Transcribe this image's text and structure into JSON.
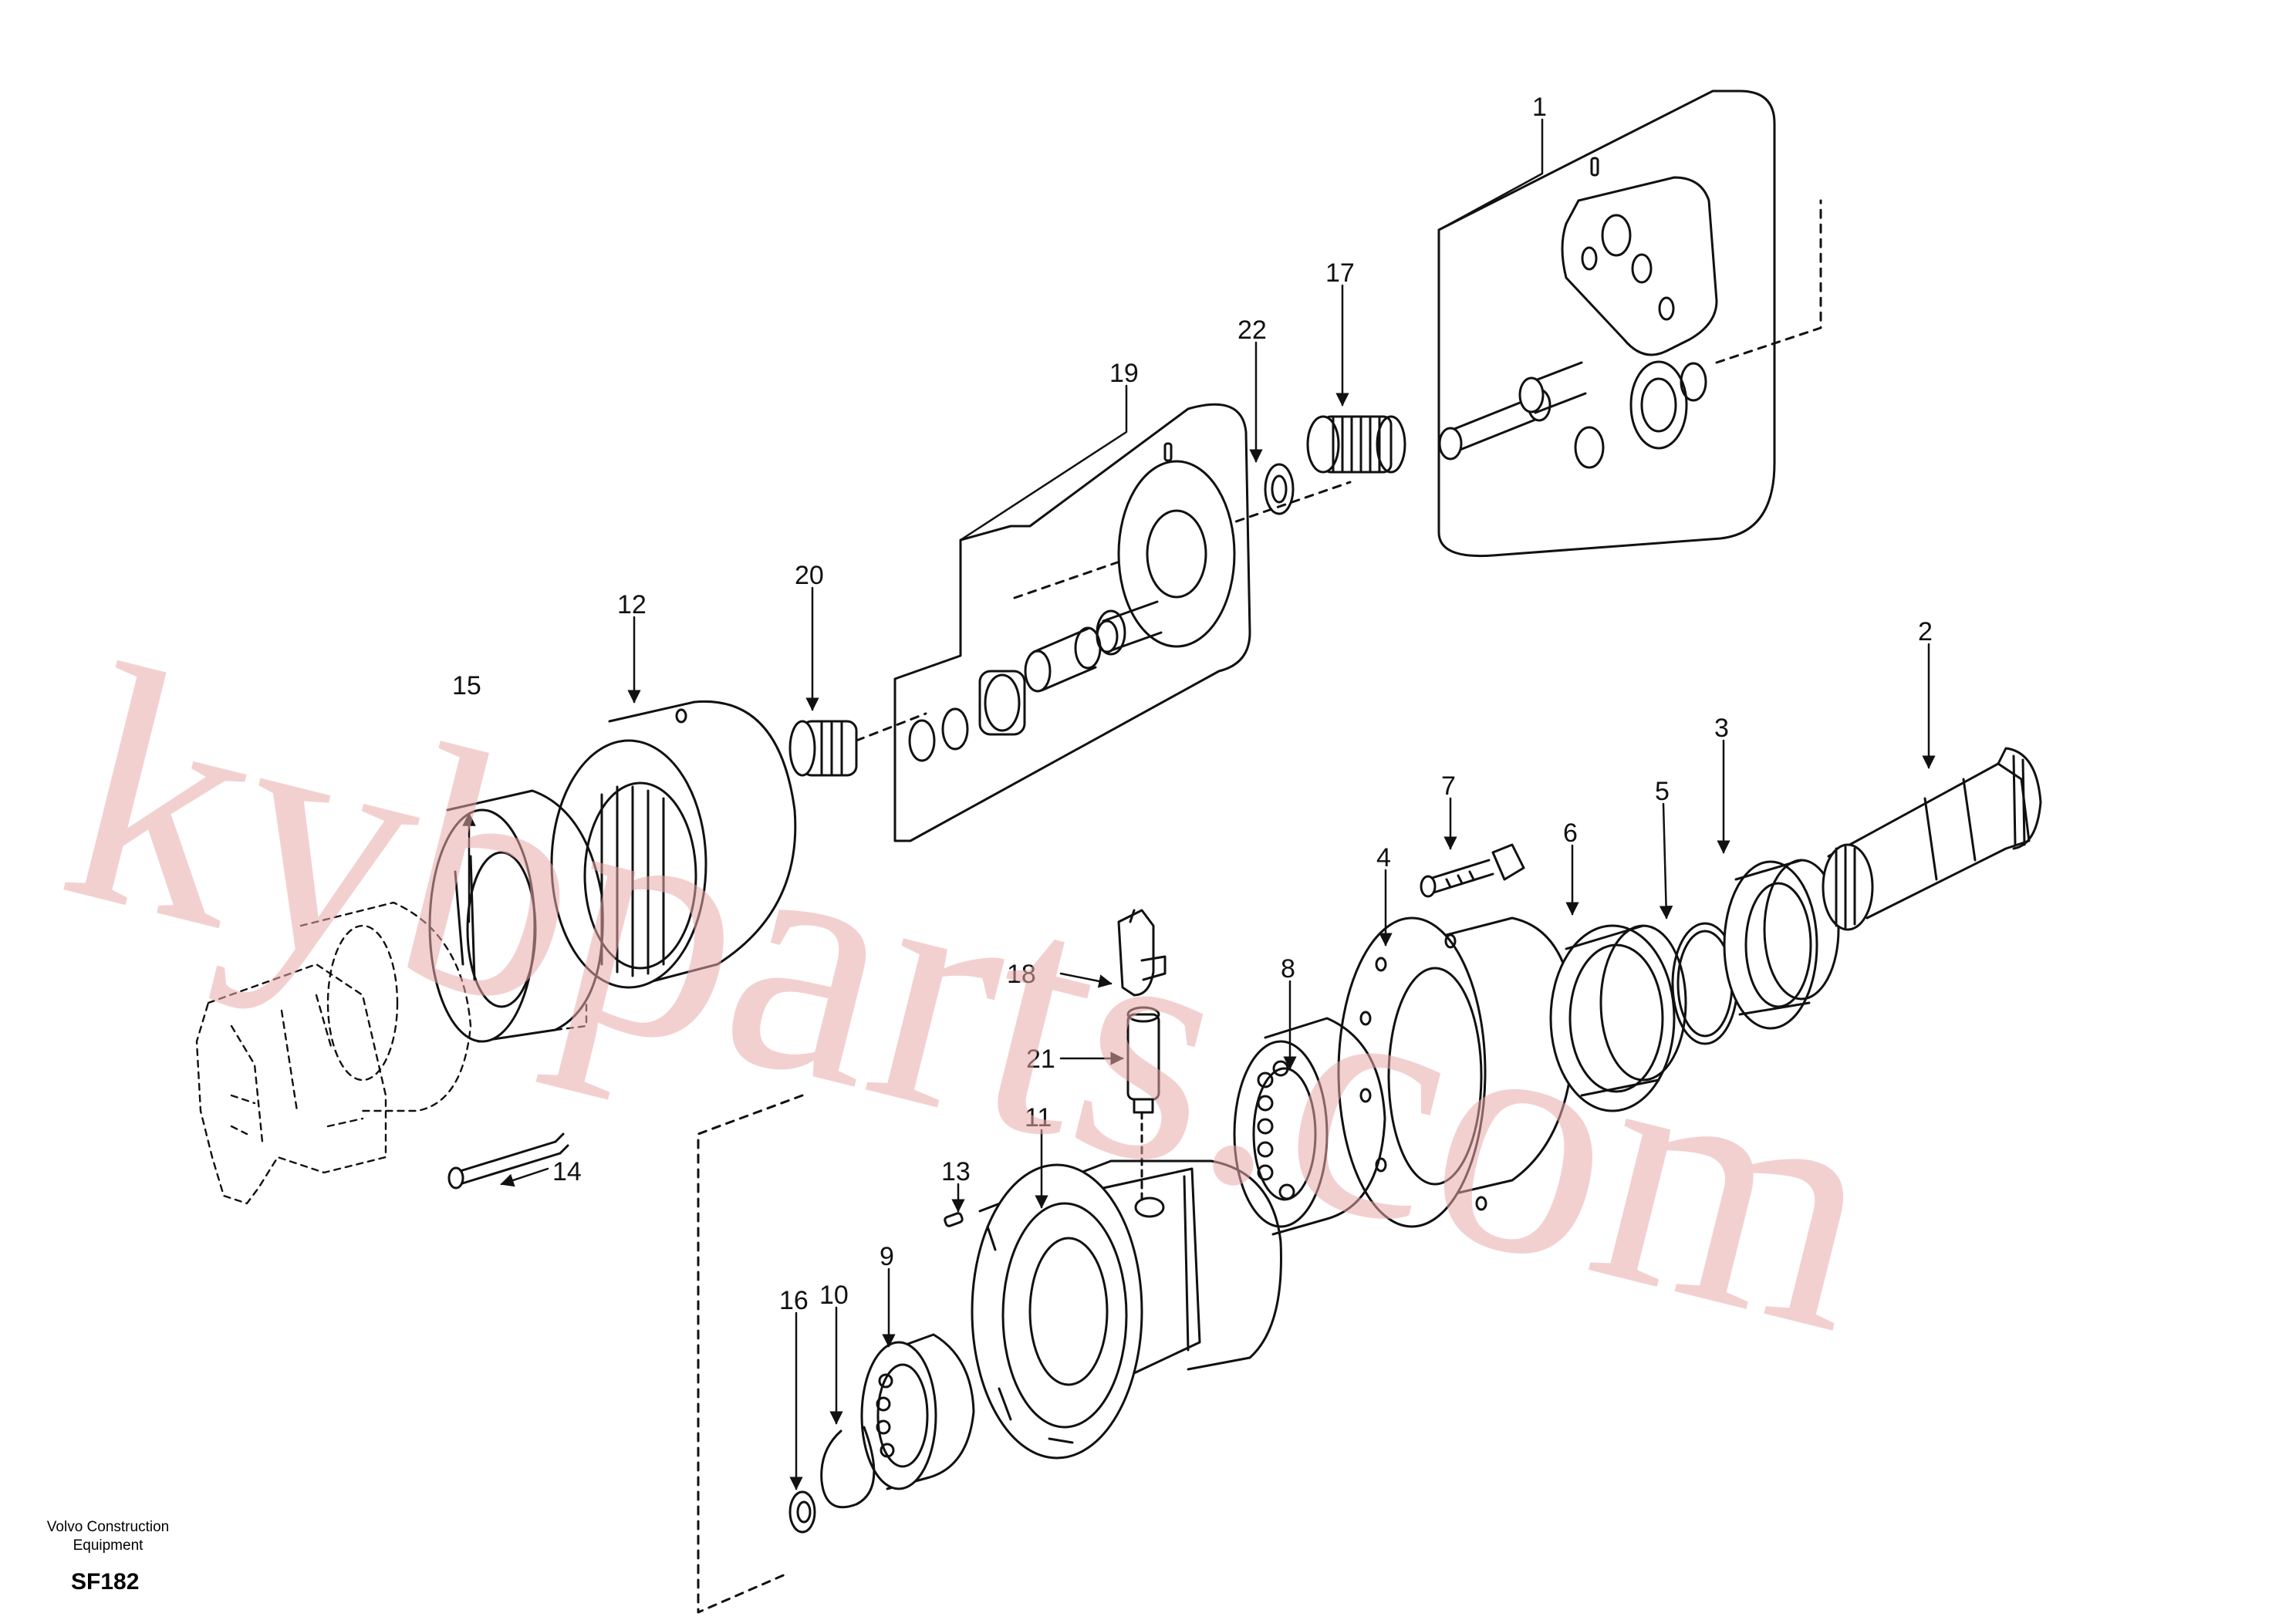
{
  "drawing": {
    "callouts": [
      "1",
      "2",
      "3",
      "4",
      "5",
      "6",
      "7",
      "8",
      "9",
      "10",
      "11",
      "12",
      "13",
      "14",
      "15",
      "16",
      "17",
      "18",
      "19",
      "20",
      "21",
      "22"
    ]
  },
  "footer": {
    "brand": "Volvo Construction\nEquipment",
    "code": "SF182"
  },
  "watermark": {
    "text": "kybparts.com",
    "color": "#e9a9a9"
  },
  "colors": {
    "line": "#111111",
    "background": "#ffffff"
  }
}
